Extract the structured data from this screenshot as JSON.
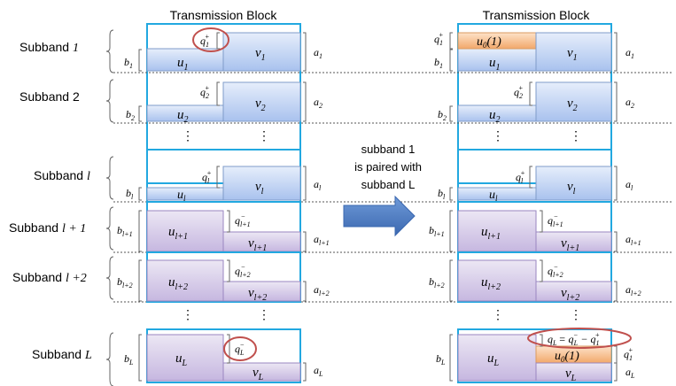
{
  "left": {
    "title": "Transmission Block",
    "rows": {
      "sb1": {
        "label_text": "Subband",
        "label_sym": "1",
        "u": "u",
        "u_sub": "1",
        "v": "v",
        "v_sub": "1",
        "b": "b",
        "b_sub": "1",
        "a": "a",
        "a_sub": "1",
        "q": "q",
        "q_sub": "1",
        "q_sup": "+"
      },
      "sb2": {
        "label_text": "Subband",
        "label_sym": "2",
        "u": "u",
        "u_sub": "2",
        "v": "v",
        "v_sub": "2",
        "b": "b",
        "b_sub": "2",
        "a": "a",
        "a_sub": "2",
        "q": "q",
        "q_sub": "2",
        "q_sup": "+"
      },
      "sbl": {
        "label_text": "Subband",
        "label_sym": "l",
        "u": "u",
        "u_sub": "l",
        "v": "v",
        "v_sub": "l",
        "b": "b",
        "b_sub": "l",
        "a": "a",
        "a_sub": "l",
        "q": "q",
        "q_sub": "l",
        "q_sup": "+"
      },
      "sbl1": {
        "label_text": "Subband",
        "label_sym": "l + 1",
        "u": "u",
        "u_sub": "l+1",
        "v": "v",
        "v_sub": "l+1",
        "b": "b",
        "b_sub": "l+1",
        "a": "a",
        "a_sub": "l+1",
        "q": "q",
        "q_sub": "l+1",
        "q_sup": "−"
      },
      "sbl2": {
        "label_text": "Subband",
        "label_sym": "l +2",
        "u": "u",
        "u_sub": "l+2",
        "v": "v",
        "v_sub": "l+2",
        "b": "b",
        "b_sub": "l+2",
        "a": "a",
        "a_sub": "l+2",
        "q": "q",
        "q_sub": "l+2",
        "q_sup": "−"
      },
      "sbL": {
        "label_text": "Subband",
        "label_sym": "L",
        "u": "u",
        "u_sub": "L",
        "v": "v",
        "v_sub": "L",
        "b": "b",
        "b_sub": "L",
        "a": "a",
        "a_sub": "L",
        "q": "q",
        "q_sub": "L",
        "q_sup": "−"
      }
    }
  },
  "middle": {
    "line1": "subband 1",
    "line2": "is paired with",
    "line3": "subband L"
  },
  "right": {
    "title": "Transmission Block",
    "u0_label": "u",
    "u0_sub": "0",
    "u0_arg": "(1)",
    "qL_eq": "q",
    "qL_eq_sub": "L",
    "qL_eq_rest": "= q",
    "qL_eq_rest_sub": "L",
    "qL_eq_rest_sup": "−",
    "qL_eq_minus": "− q",
    "qL_eq_minus_sub": "1",
    "qL_eq_minus_sup": "+",
    "q1_right": "q",
    "q1_right_sub": "1",
    "q1_right_sup": "+"
  },
  "colors": {
    "frame_blue": "#22a8e0",
    "blue_fill": "#c7d8f4",
    "purple_fill": "#d6cce9",
    "orange_fill": "#f6c49a",
    "circle_red": "#c0504d",
    "arrow_blue": "#4f7ec5"
  }
}
